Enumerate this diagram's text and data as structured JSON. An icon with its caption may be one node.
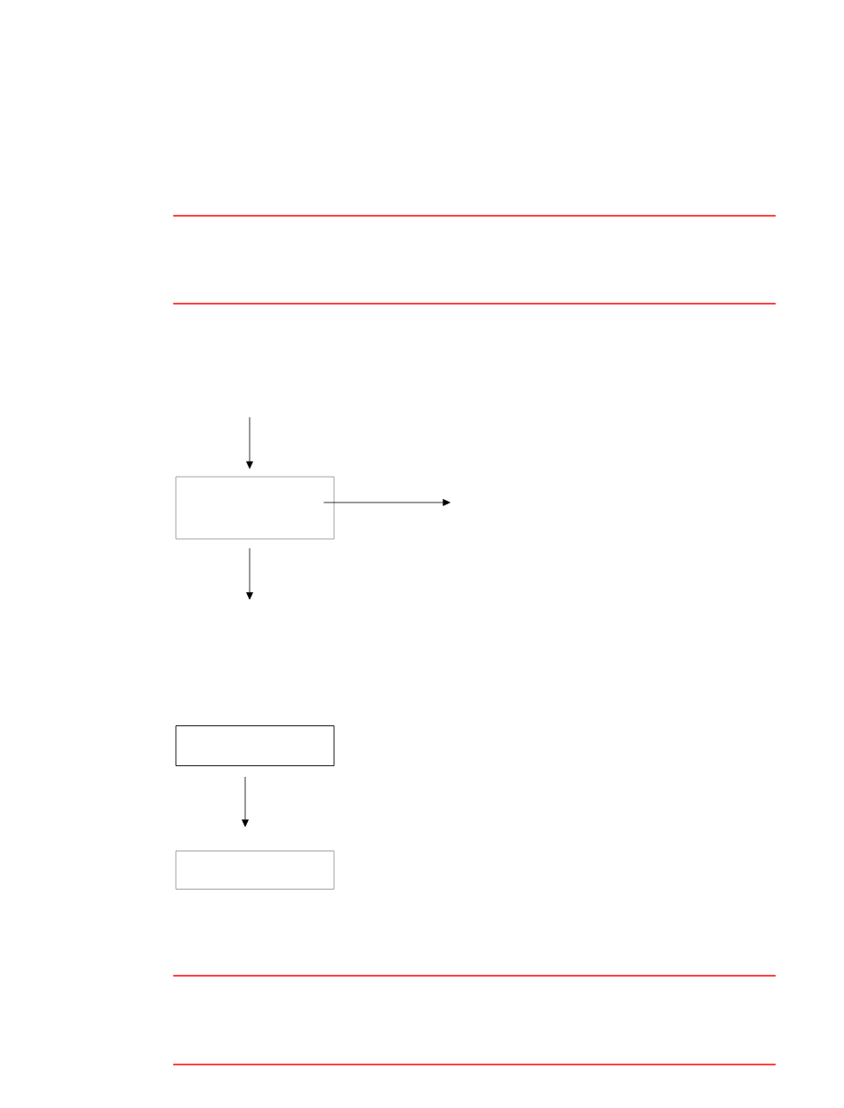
{
  "diagram": {
    "nodes": [
      {
        "text": [],
        "shape": "box"
      },
      {
        "text": [],
        "shape": "box"
      },
      {
        "text": [],
        "shape": "box"
      }
    ],
    "edges": [
      {
        "from": null,
        "to": 0,
        "arrow": "to"
      },
      {
        "from": 0,
        "to": null,
        "arrow": "to"
      },
      {
        "from": 0,
        "to": null,
        "arrow": "to"
      },
      {
        "from": 1,
        "to": 2,
        "arrow": "to"
      }
    ]
  }
}
